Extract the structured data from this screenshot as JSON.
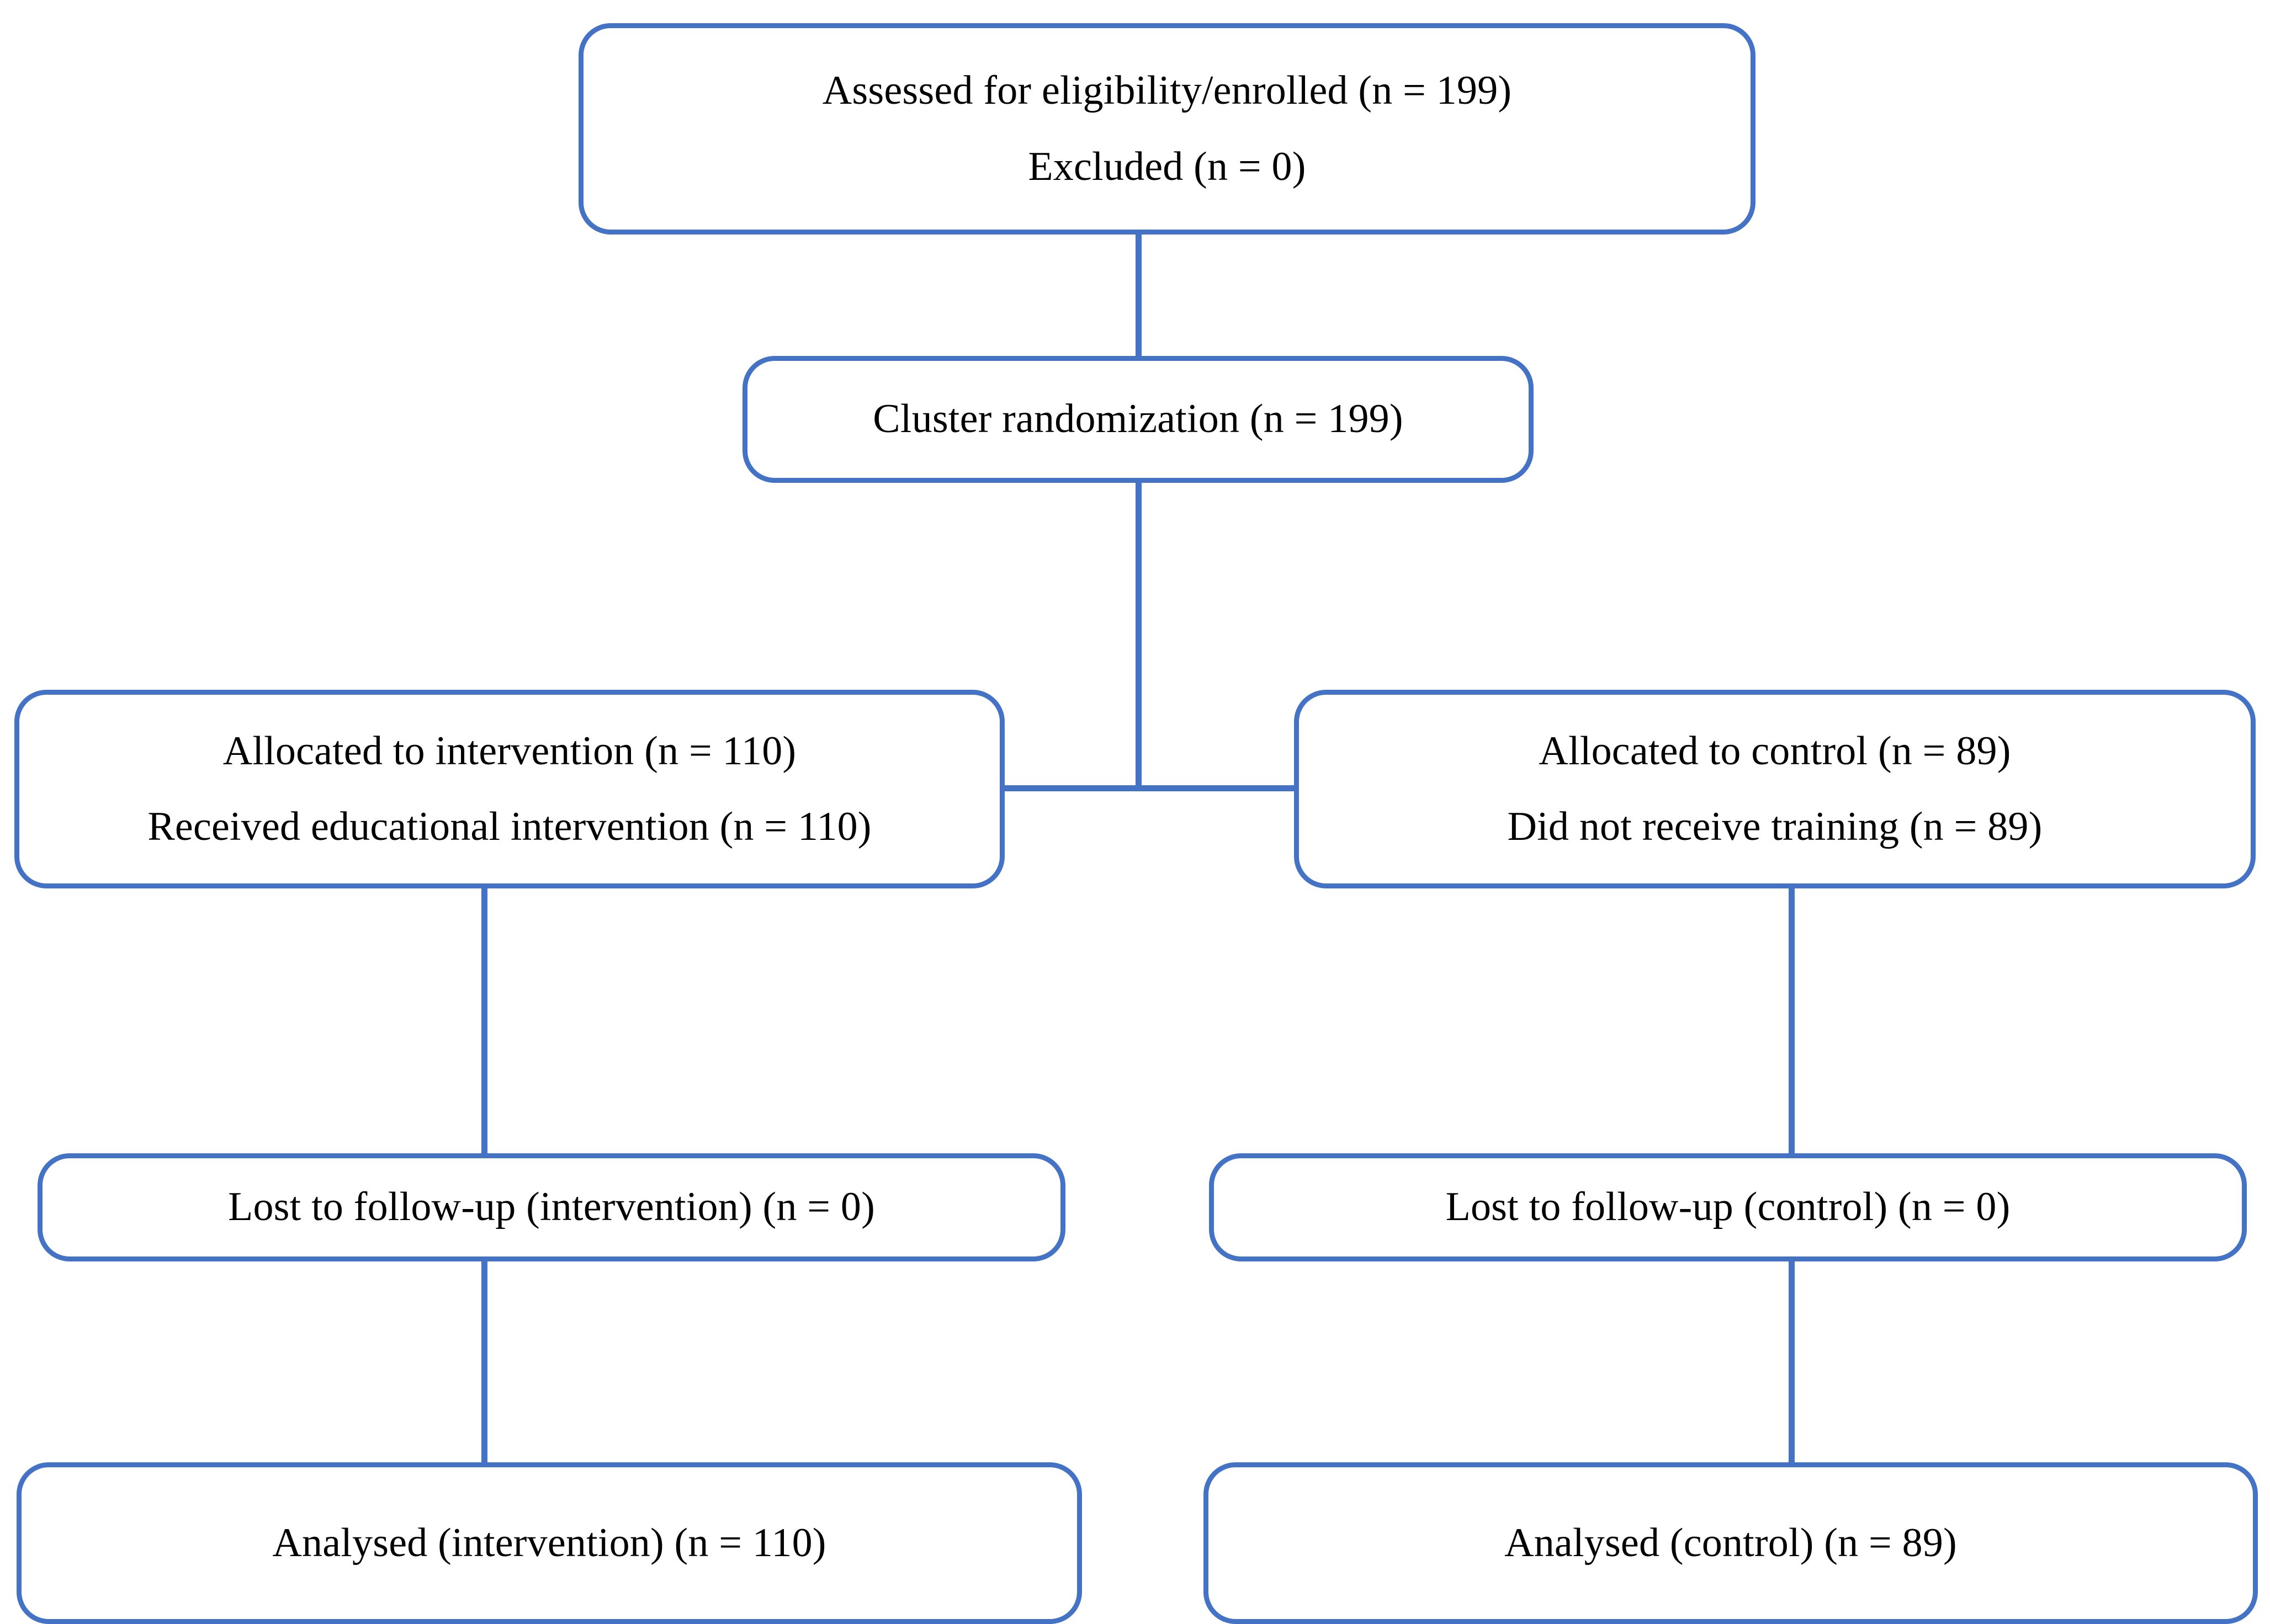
{
  "diagram": {
    "title": "CONSORT participant flow diagram",
    "accent_color": "#4472C4",
    "text_color": "#000000",
    "background_color": "#FFFFFF",
    "nodes": {
      "enrollment": {
        "name": "enrollment-box",
        "lines": [
          "Assessed for eligibility/enrolled (n = 199)",
          "Excluded (n = 0)"
        ],
        "assessed_n": 199,
        "excluded_n": 0
      },
      "randomization": {
        "name": "cluster-randomization-box",
        "lines": [
          "Cluster randomization (n = 199)"
        ],
        "randomized_n": 199
      },
      "allocation_intervention": {
        "name": "allocation-intervention-box",
        "lines": [
          "Allocated to intervention (n = 110)",
          "Received educational intervention (n = 110)"
        ],
        "allocated_n": 110,
        "received_n": 110
      },
      "allocation_control": {
        "name": "allocation-control-box",
        "lines": [
          "Allocated to control (n = 89)",
          "Did not receive training (n = 89)"
        ],
        "allocated_n": 89,
        "received_n": 89
      },
      "followup_intervention": {
        "name": "followup-intervention-box",
        "lines": [
          "Lost to follow-up (intervention) (n = 0)"
        ],
        "lost_n": 0
      },
      "followup_control": {
        "name": "followup-control-box",
        "lines": [
          "Lost to follow-up (control) (n = 0)"
        ],
        "lost_n": 0
      },
      "analysis_intervention": {
        "name": "analysis-intervention-box",
        "lines": [
          "Analysed (intervention) (n = 110)"
        ],
        "analysed_n": 110
      },
      "analysis_control": {
        "name": "analysis-control-box",
        "lines": [
          "Analysed (control) (n = 89)"
        ],
        "analysed_n": 89
      }
    }
  }
}
